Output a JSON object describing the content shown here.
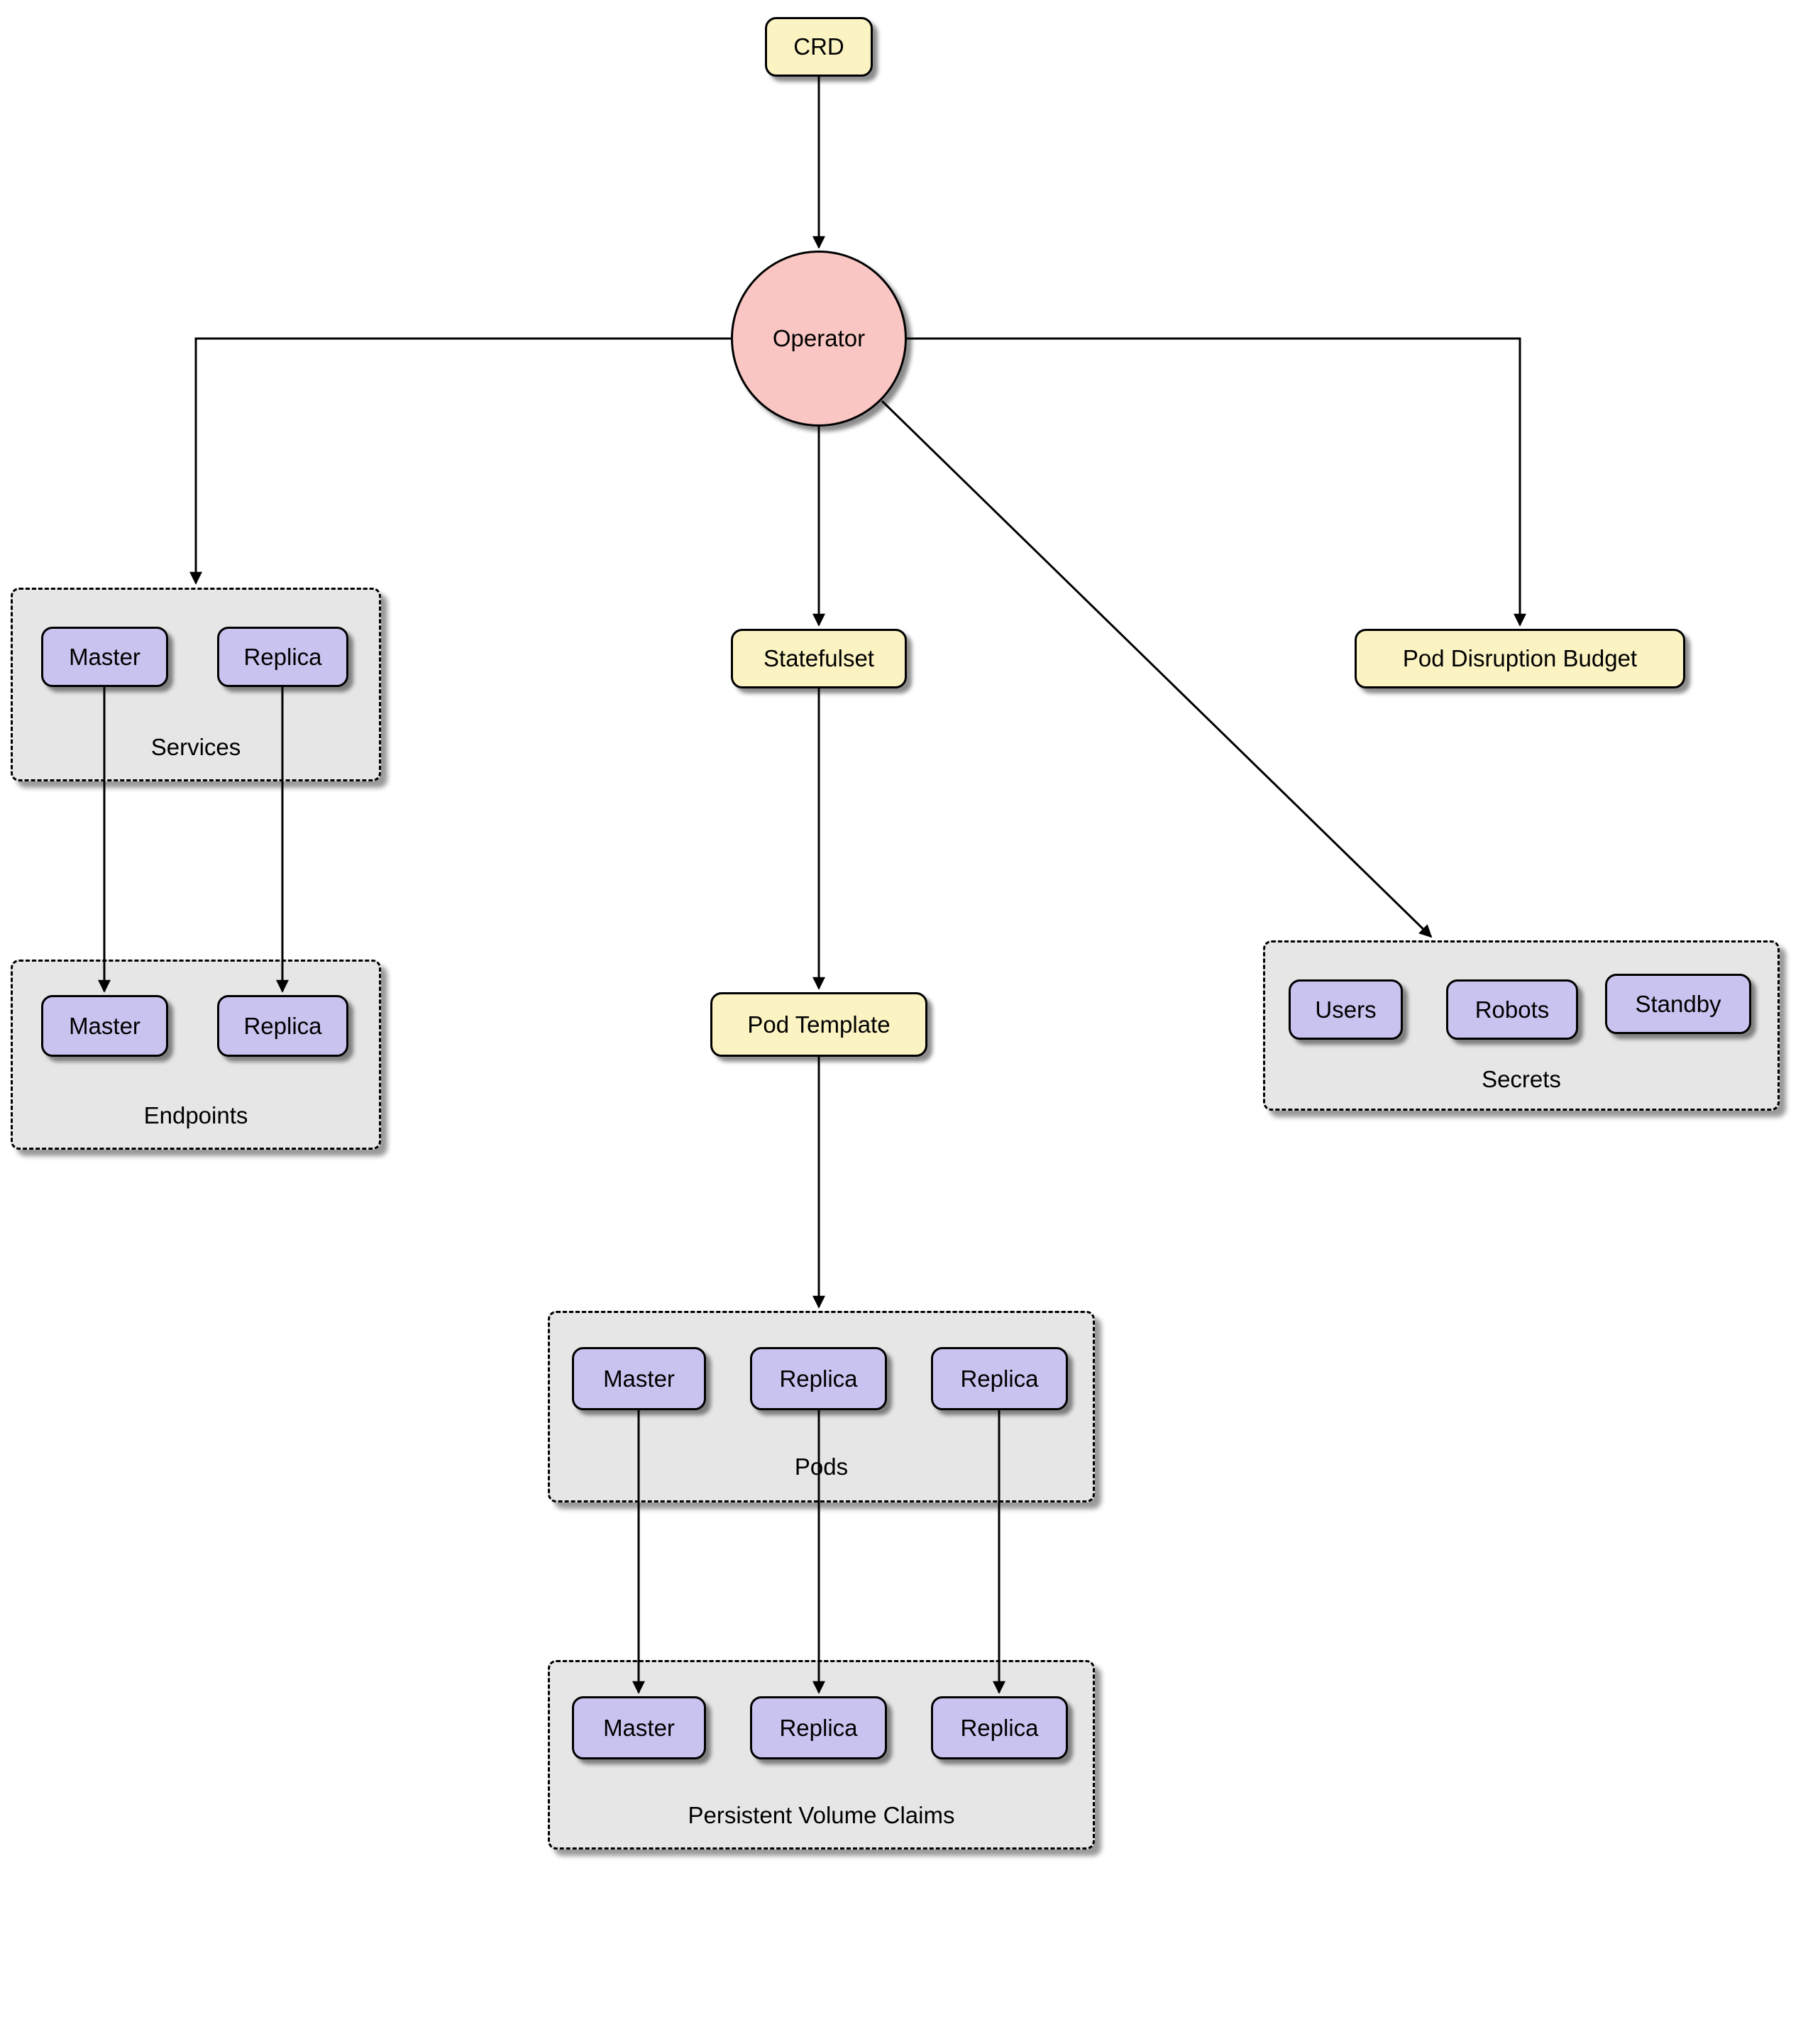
{
  "diagram": {
    "nodes": {
      "crd": {
        "label": "CRD"
      },
      "operator": {
        "label": "Operator"
      },
      "statefulset": {
        "label": "Statefulset"
      },
      "pod_template": {
        "label": "Pod Template"
      },
      "pod_disruption_budget": {
        "label": "Pod Disruption Budget"
      }
    },
    "groups": {
      "services": {
        "label": "Services",
        "items": [
          "Master",
          "Replica"
        ]
      },
      "endpoints": {
        "label": "Endpoints",
        "items": [
          "Master",
          "Replica"
        ]
      },
      "secrets": {
        "label": "Secrets",
        "items": [
          "Users",
          "Robots",
          "Standby"
        ]
      },
      "pods": {
        "label": "Pods",
        "items": [
          "Master",
          "Replica",
          "Replica"
        ]
      },
      "persistent_volume_claims": {
        "label": "Persistent Volume Claims",
        "items": [
          "Master",
          "Replica",
          "Replica"
        ]
      }
    },
    "edges": [
      {
        "from": "CRD",
        "to": "Operator"
      },
      {
        "from": "Operator",
        "to": "Services"
      },
      {
        "from": "Operator",
        "to": "Statefulset"
      },
      {
        "from": "Operator",
        "to": "Secrets"
      },
      {
        "from": "Operator",
        "to": "Pod Disruption Budget"
      },
      {
        "from": "Services/Master",
        "to": "Endpoints/Master"
      },
      {
        "from": "Services/Replica",
        "to": "Endpoints/Replica"
      },
      {
        "from": "Statefulset",
        "to": "Pod Template"
      },
      {
        "from": "Pod Template",
        "to": "Pods"
      },
      {
        "from": "Pods/Master",
        "to": "Persistent Volume Claims/Master"
      },
      {
        "from": "Pods/Replica (1)",
        "to": "Persistent Volume Claims/Replica (1)"
      },
      {
        "from": "Pods/Replica (2)",
        "to": "Persistent Volume Claims/Replica (2)"
      }
    ],
    "colors": {
      "node_fill_yellow": "#FBF3C2",
      "operator_fill_pink": "#F9C6C3",
      "item_fill_purple": "#C9C3EF",
      "group_fill_gray": "#E6E6E6",
      "border": "#000000",
      "arrow": "#000000",
      "background": "#FFFFFF"
    }
  }
}
